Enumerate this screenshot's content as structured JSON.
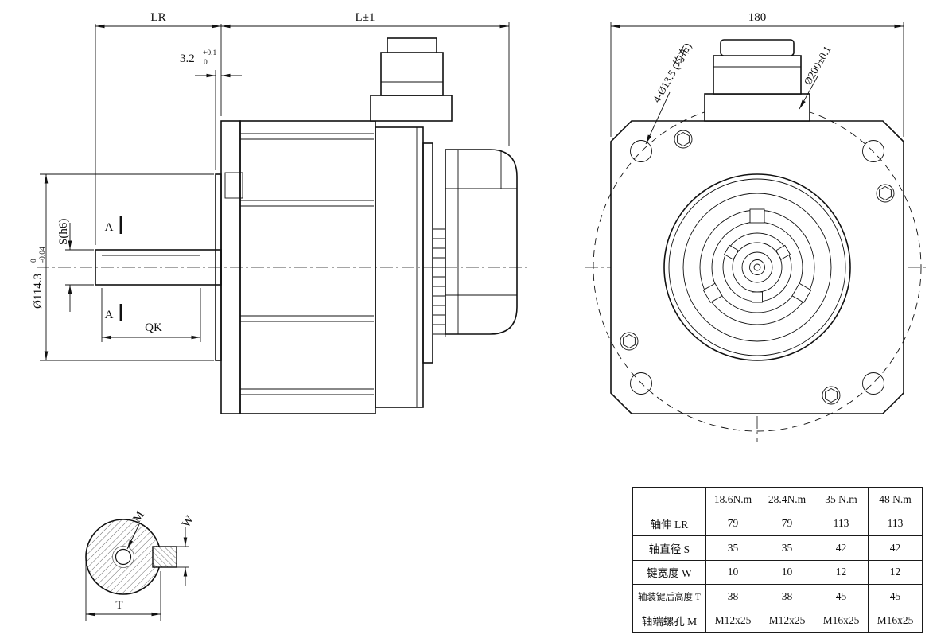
{
  "side_view": {
    "dim_lr": "LR",
    "dim_l": "L±1",
    "dim_flange": "3.2",
    "dim_flange_tol_up": "+0.1",
    "dim_flange_tol_dn": "0",
    "dim_shaft": "S(h6)",
    "dim_spigot": "Ø114.3",
    "dim_spigot_tol_up": "0",
    "dim_spigot_tol_dn": "-0.04",
    "dim_key_len": "QK",
    "section_label": "A"
  },
  "front_view": {
    "dim_width": "180",
    "holes_label": "4-Ø13.5 (均布)",
    "circle_label": "Ø200±0.1"
  },
  "shaft_section": {
    "screw_label": "M",
    "key_width_label": "W",
    "height_label": "T"
  },
  "spec_table": {
    "headers": [
      "",
      "18.6N.m",
      "28.4N.m",
      "35 N.m",
      "48 N.m"
    ],
    "rows": [
      {
        "label": "轴伸 LR",
        "values": [
          "79",
          "79",
          "113",
          "113"
        ]
      },
      {
        "label": "轴直径 S",
        "values": [
          "35",
          "35",
          "42",
          "42"
        ]
      },
      {
        "label": "键宽度 W",
        "values": [
          "10",
          "10",
          "12",
          "12"
        ]
      },
      {
        "label": "轴装键后高度 T",
        "values": [
          "38",
          "38",
          "45",
          "45"
        ]
      },
      {
        "label": "轴端螺孔 M",
        "values": [
          "M12x25",
          "M12x25",
          "M16x25",
          "M16x25"
        ]
      }
    ]
  },
  "colors": {
    "line": "#111111",
    "background": "#ffffff"
  }
}
